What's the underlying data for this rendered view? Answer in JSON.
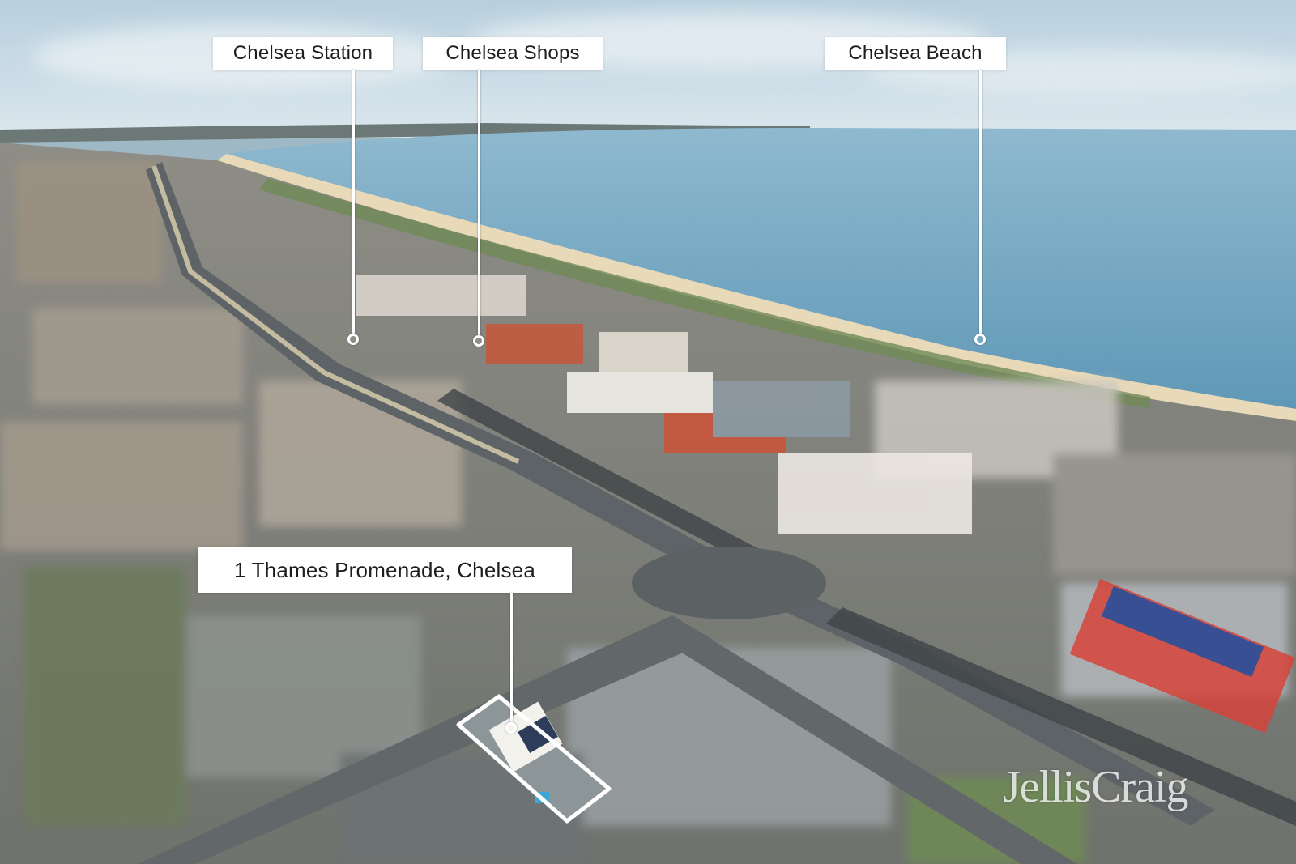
{
  "photo": {
    "kind": "aerial-photograph",
    "colors": {
      "sky": "#c9dbe6",
      "bay": "#6fa3c0",
      "beach": "#e8d9b8",
      "suburb": "#8a8a82",
      "road": "#5e6367",
      "parkland": "#7f9a5a"
    }
  },
  "callouts": {
    "station": {
      "label": "Chelsea Station"
    },
    "shops": {
      "label": "Chelsea Shops"
    },
    "beach": {
      "label": "Chelsea Beach"
    },
    "property": {
      "label": "1 Thames Promenade, Chelsea"
    }
  },
  "watermark": {
    "text": "JellisCraig"
  }
}
